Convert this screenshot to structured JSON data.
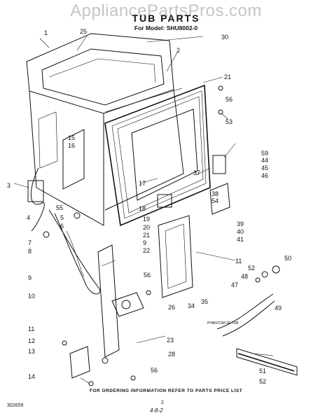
{
  "watermark": "AppliancePartsPros.com",
  "title": "TUB PARTS",
  "model": "For Model: SHU8002-0",
  "footer": "FOR ORDERING INFORMATION REFER TO PARTS PRICE LIST",
  "doc_number": "302659",
  "page_number": "2",
  "hand_note": "4-8-2",
  "tub_note": "PHANTOM OF TUB",
  "callouts": [
    "1",
    "25",
    "30",
    "2",
    "21",
    "56",
    "53",
    "59",
    "44",
    "45",
    "46",
    "15",
    "16",
    "3",
    "17",
    "18",
    "19",
    "20",
    "21",
    "22",
    "37",
    "38",
    "54",
    "39",
    "40",
    "41",
    "55",
    "5",
    "6",
    "4",
    "7",
    "8",
    "9",
    "10",
    "11",
    "12",
    "13",
    "14",
    "56",
    "26",
    "23",
    "28",
    "56",
    "11",
    "35",
    "34",
    "50",
    "52",
    "48",
    "47",
    "49",
    "51",
    "52"
  ]
}
